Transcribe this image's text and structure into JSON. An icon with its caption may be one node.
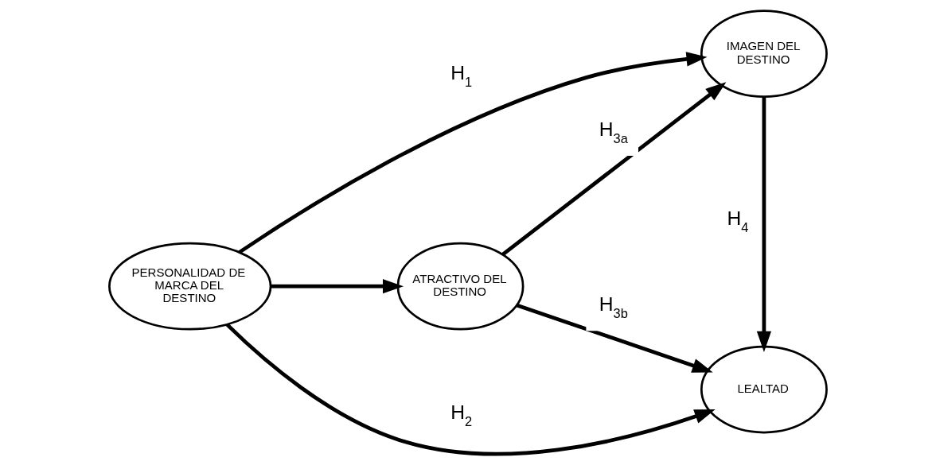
{
  "diagram": {
    "nodes": [
      {
        "text": [
          "PERSONALIDAD DE MARCA DEL DESTINO"
        ]
      },
      {
        "text": [
          "ATRACTIVO DEL DESTINO"
        ]
      },
      {
        "text": [
          "IMAGEN DEL DESTINO"
        ]
      },
      {
        "text": [
          "LEALTAD"
        ]
      }
    ],
    "edges": [
      {
        "from": 0,
        "to": 2,
        "arrow": "to",
        "label": "H$_{1}$"
      },
      {
        "from": 0,
        "to": 1,
        "arrow": "to"
      },
      {
        "from": 0,
        "to": 3,
        "arrow": "to",
        "label": "H$_{2}$"
      },
      {
        "from": 1,
        "to": 2,
        "arrow": "to",
        "label": "H$_{3a}$"
      },
      {
        "from": 1,
        "to": 3,
        "arrow": "to",
        "label": "H$_{3b}$"
      },
      {
        "from": 2,
        "to": 3,
        "arrow": "to",
        "label": "H$_{4}$"
      }
    ]
  }
}
